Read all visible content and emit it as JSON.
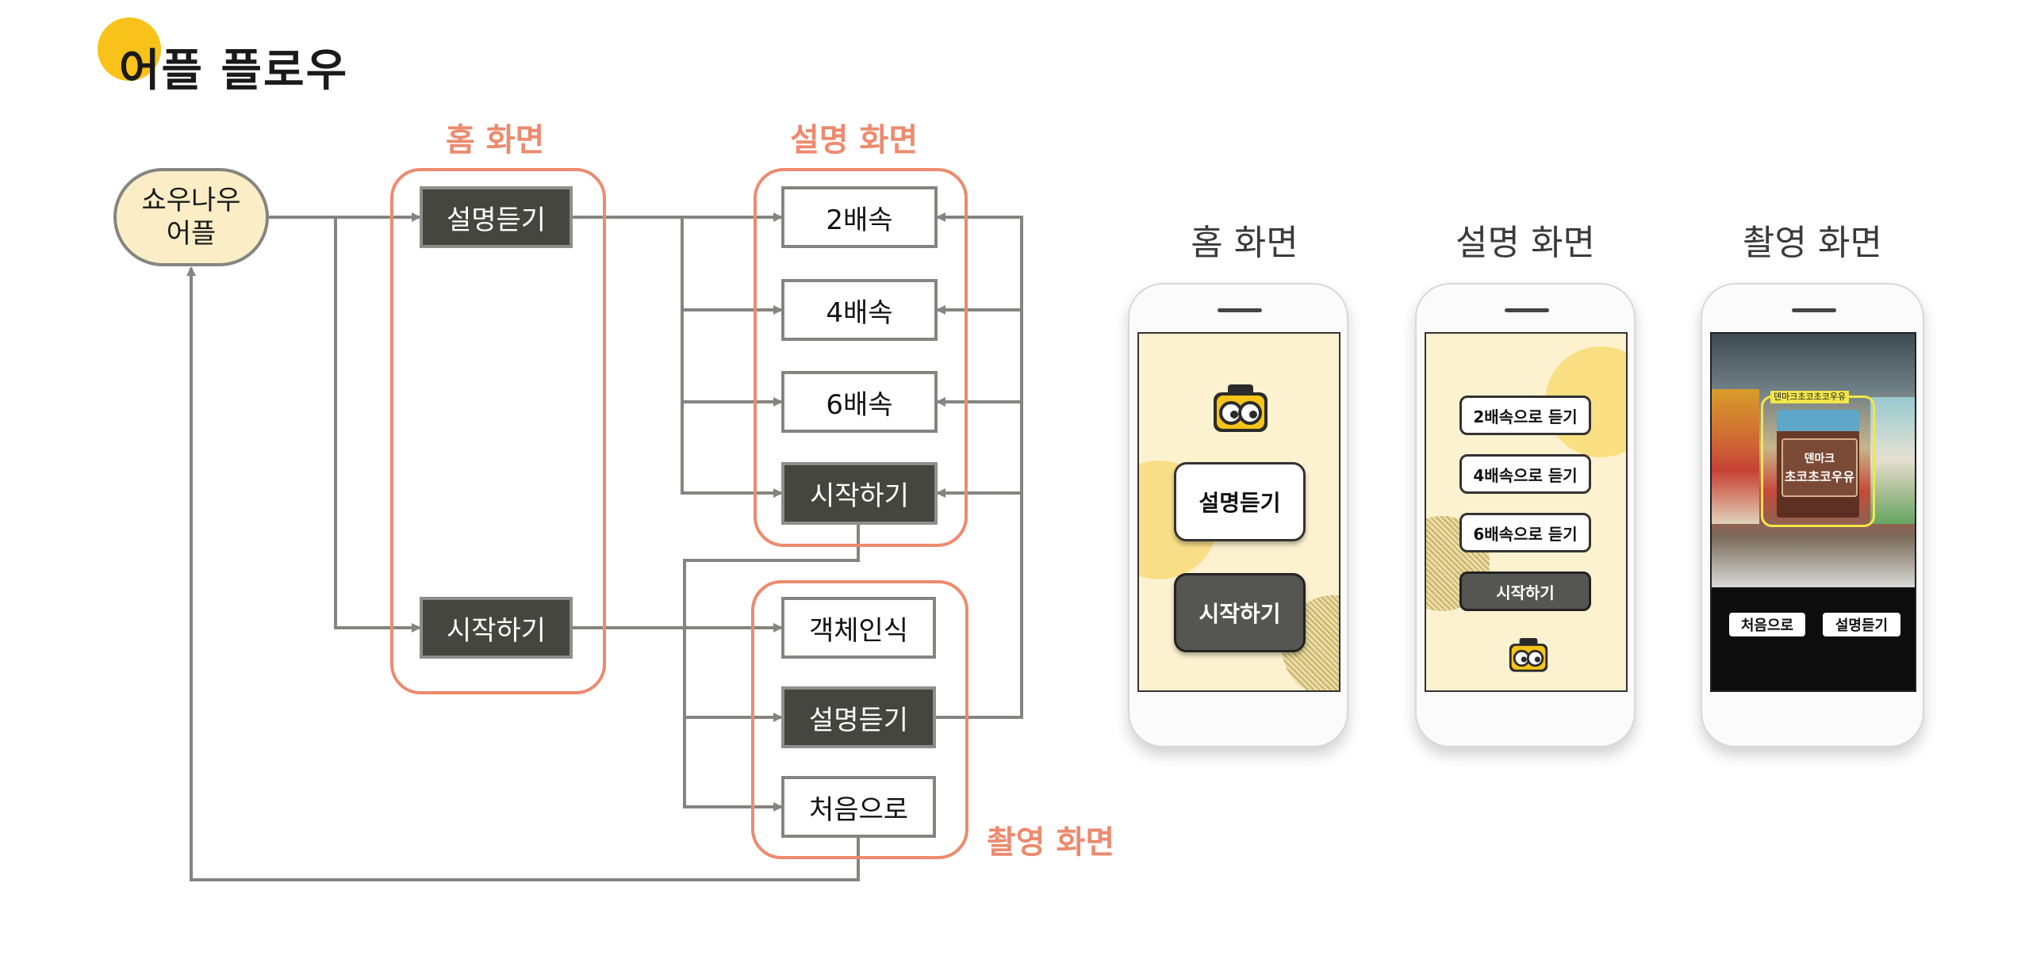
{
  "title": "어플 플로우",
  "colors": {
    "accent": "#ed8a6e",
    "yellow": "#f9c21b",
    "dark_node": "#464641",
    "wire": "#858580",
    "cream": "#fbeec7"
  },
  "flow": {
    "start": {
      "line1": "쇼우나우",
      "line2": "어플"
    },
    "home": {
      "label": "홈 화면",
      "btn_listen": "설명듣기",
      "btn_start": "시작하기"
    },
    "explain": {
      "label": "설명 화면",
      "speed2": "2배속",
      "speed4": "4배속",
      "speed6": "6배속",
      "btn_start": "시작하기"
    },
    "capture": {
      "label": "촬영 화면",
      "object": "객체인식",
      "btn_listen": "설명듣기",
      "btn_home": "처음으로"
    }
  },
  "phones": {
    "home": {
      "heading": "홈 화면",
      "btn_listen": "설명듣기",
      "btn_start": "시작하기",
      "mascot_icon": "camera-eyes-icon"
    },
    "explain": {
      "heading": "설명 화면",
      "speed2": "2배속으로 듣기",
      "speed4": "4배속으로 듣기",
      "speed6": "6배속으로 듣기",
      "btn_start": "시작하기",
      "mascot_icon": "camera-eyes-icon"
    },
    "capture": {
      "heading": "촬영 화면",
      "detect_tag": "덴마크초코초코우유",
      "product_brand": "덴마크",
      "product_name": "초코초코우유",
      "btn_home": "처음으로",
      "btn_listen": "설명듣기"
    }
  }
}
